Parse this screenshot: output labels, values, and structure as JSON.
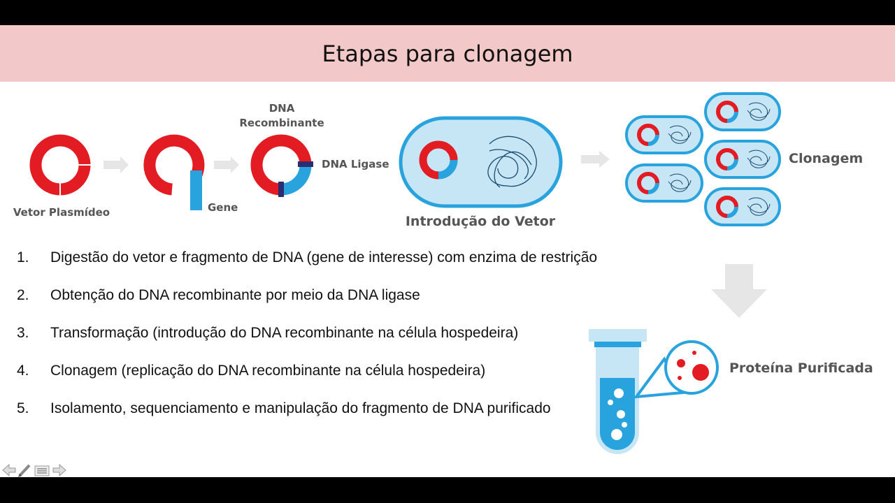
{
  "slide": {
    "title": "Etapas para clonagem"
  },
  "diagram": {
    "labels": {
      "vector": "Vetor Plasmídeo",
      "gene": "Gene",
      "dna_line1": "DNA",
      "dna_line2": "Recombinante",
      "ligase": "DNA Ligase",
      "introduction": "Introdução do Vetor",
      "cloning": "Clonagem",
      "protein": "Proteína Purificada"
    },
    "colors": {
      "red": "#e31b23",
      "blue": "#29a3dd",
      "light_blue": "#c6e6f6",
      "navy": "#2b2d6e",
      "arrow": "#e6e6e6"
    }
  },
  "steps": [
    {
      "num": "1.",
      "text": "Digestão do vetor e fragmento de DNA (gene de interesse) com enzima de restrição"
    },
    {
      "num": "2.",
      "text": "Obtenção do DNA recombinante por meio da DNA ligase"
    },
    {
      "num": "3.",
      "text": "Transformação (introdução do DNA recombinante na célula hospedeira)"
    },
    {
      "num": "4.",
      "text": "Clonagem (replicação do DNA recombinante na célula hospedeira)"
    },
    {
      "num": "5.",
      "text": "Isolamento, sequenciamento e manipulação do fragmento de DNA purificado"
    }
  ],
  "toolbar": {
    "icons": [
      "back-arrow-icon",
      "pen-icon",
      "menu-icon",
      "forward-arrow-icon"
    ]
  }
}
